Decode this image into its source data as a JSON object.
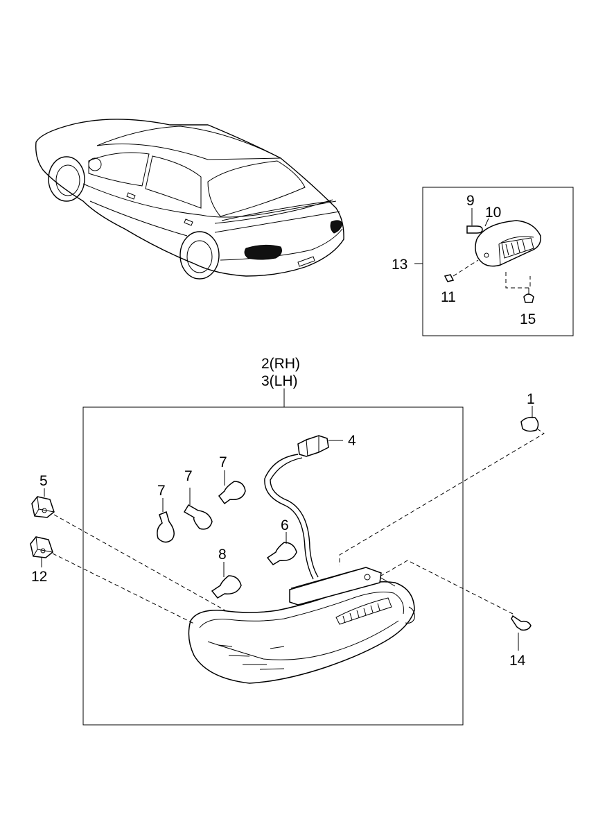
{
  "callouts": {
    "c1": "1",
    "c2_3_line1": "2(RH)",
    "c2_3_line2": "3(LH)",
    "c4": "4",
    "c5": "5",
    "c6": "6",
    "c7a": "7",
    "c7b": "7",
    "c7c": "7",
    "c8": "8",
    "c9": "9",
    "c10": "10",
    "c11": "11",
    "c12": "12",
    "c13": "13",
    "c14": "14",
    "c15": "15"
  }
}
